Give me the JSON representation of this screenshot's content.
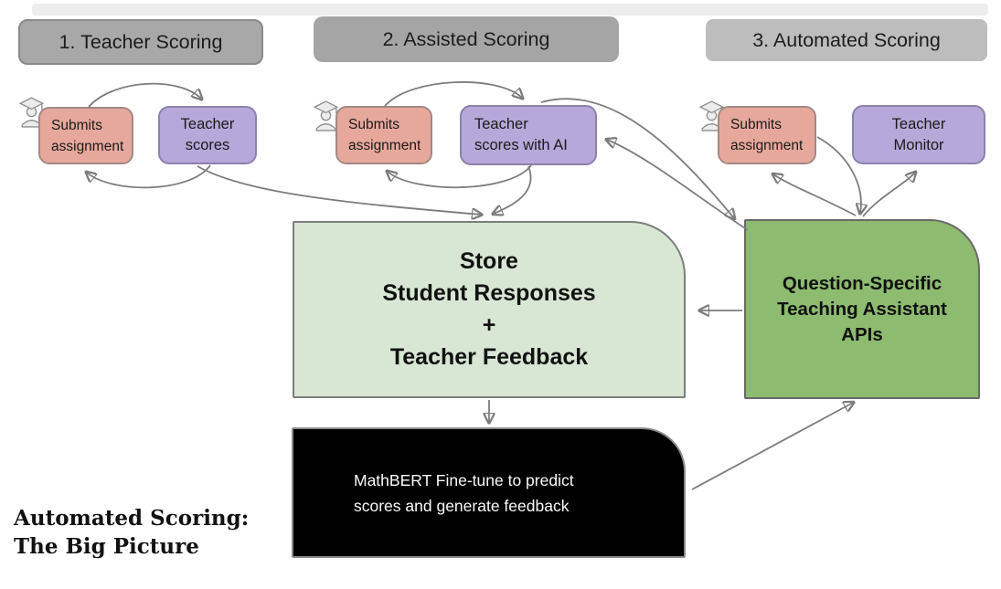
{
  "slide_title": "Automated Scoring:\nThe Big Picture",
  "sections": [
    {
      "header": "1. Teacher Scoring",
      "student_box": "Submits\nassignment",
      "teacher_box": "Teacher\nscores"
    },
    {
      "header": "2. Assisted Scoring",
      "student_box": "Submits\nassignment",
      "teacher_box": "Teacher\nscores with AI"
    },
    {
      "header": "3. Automated Scoring",
      "student_box": "Submits\nassignment",
      "teacher_box": "Teacher\nMonitor"
    }
  ],
  "nodes": {
    "store": "Store\nStudent Responses\n+\nTeacher Feedback",
    "apis": "Question-Specific\nTeaching Assistant\nAPIs",
    "mathbert": "MathBERT Fine-tune to predict\nscores and generate feedback"
  },
  "icons": {
    "student": "student-graduate-icon"
  },
  "colors": {
    "header_gray": "#a6a6a6",
    "header_gray_light": "#bdbdbd",
    "student_box_pink": "#e7a89c",
    "teacher_box_purple": "#b6a8d9",
    "store_green_light": "#d8e7d3",
    "apis_green": "#8dbb70",
    "mathbert_black": "#000000",
    "arrow_gray": "#7c7c7c"
  }
}
